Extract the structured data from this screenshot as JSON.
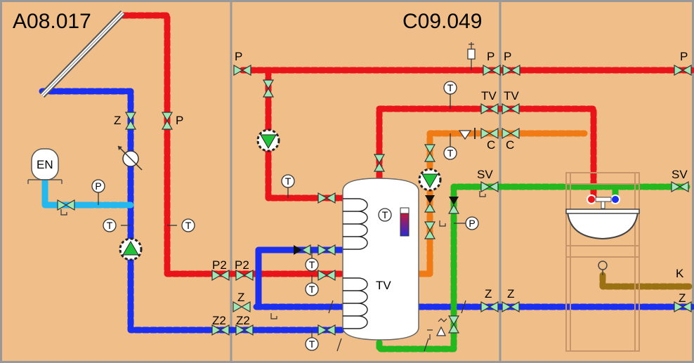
{
  "zones": [
    {
      "code": "A08.017"
    },
    {
      "code": "C09.049"
    }
  ],
  "colors": {
    "background": "#f0be88",
    "border": "#999999",
    "hot_supply": "#e8141a",
    "cold_water": "#1b2ff0",
    "expansion_line": "#23b8f0",
    "circulation_return": "#f07a14",
    "cold_feed_green": "#22b81e",
    "sewer_brown": "#9a7214",
    "valve_fill": "#9de8b6",
    "pump_fill": "#22c23a"
  },
  "labels": {
    "expansion_tank": "EN",
    "p": "P",
    "z": "Z",
    "p2": "P2",
    "z2": "Z2",
    "tv": "TV",
    "c": "C",
    "sv": "SV",
    "k": "K",
    "t": "T"
  },
  "icons": [
    "solar-collector-icon",
    "expansion-tank-icon",
    "valve-icon",
    "pump-icon",
    "thermometer-icon",
    "pressure-gauge-icon",
    "flow-meter-icon",
    "check-valve-icon",
    "safety-valve-icon",
    "storage-tank-icon",
    "coil-heat-exchanger-icon",
    "washbasin-icon",
    "mixer-tap-icon"
  ]
}
